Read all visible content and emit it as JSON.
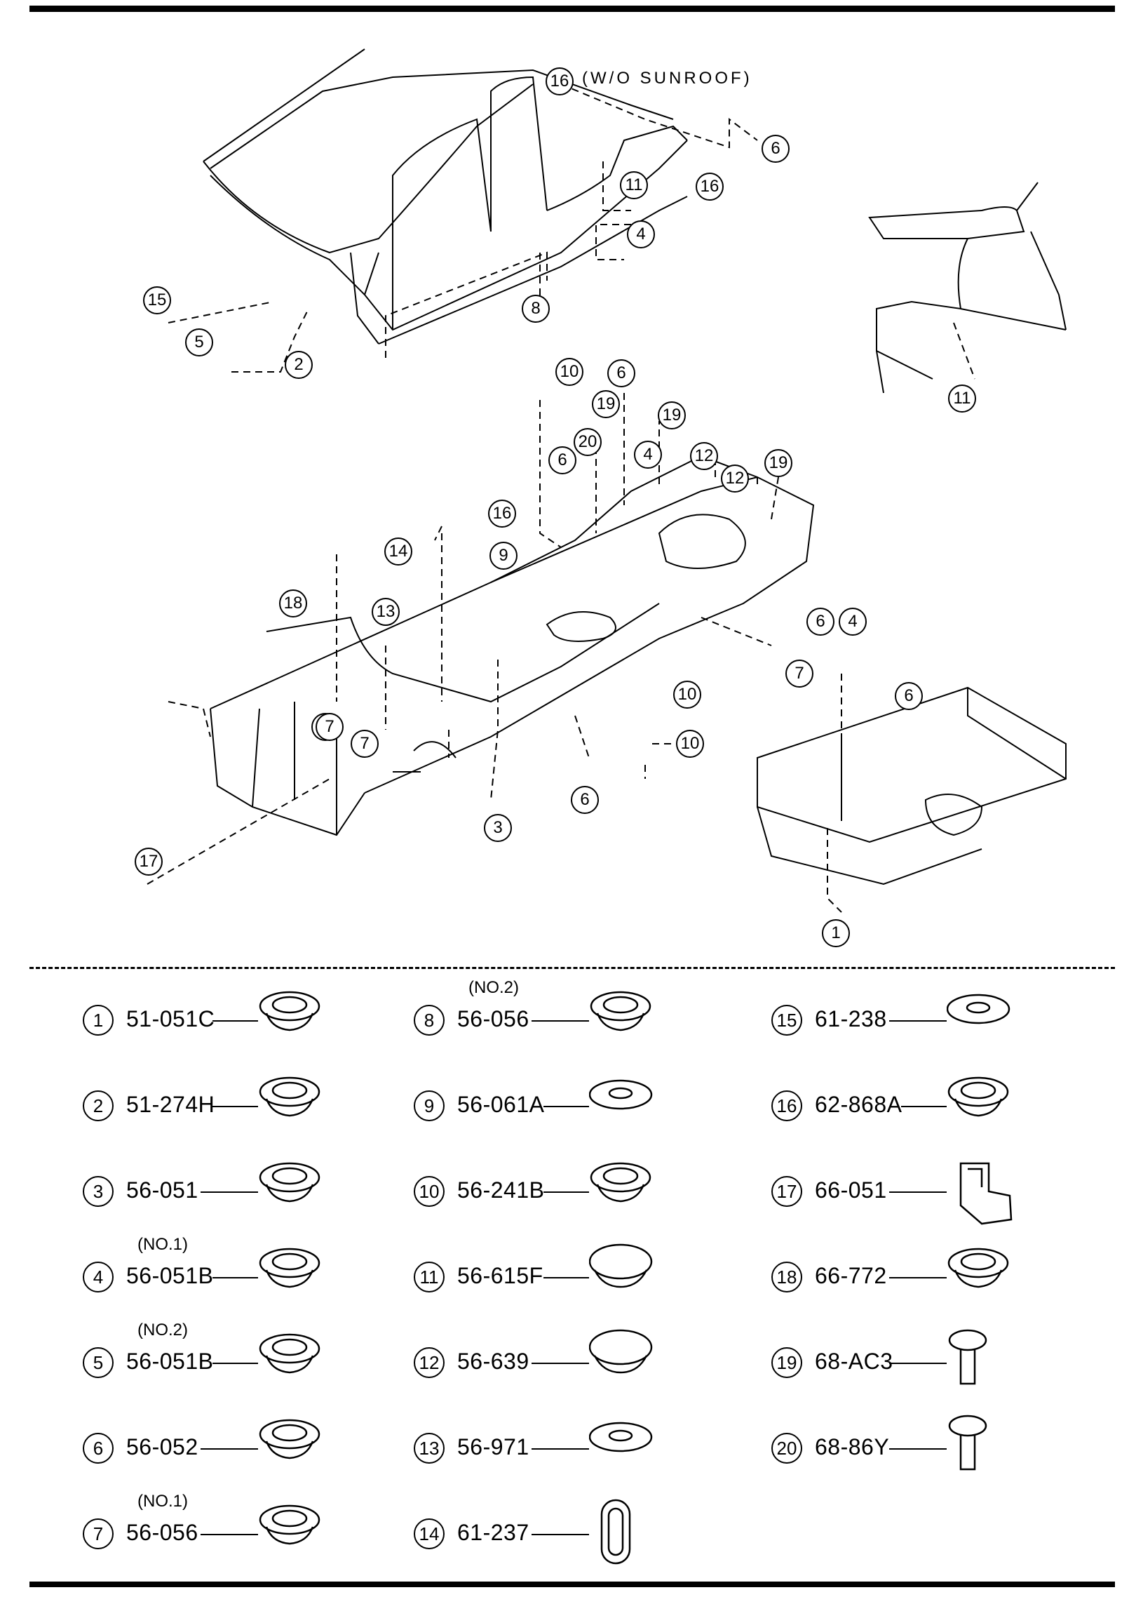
{
  "diagram": {
    "top_note": "(W/O SUNROOF)",
    "callouts": [
      "16",
      "6",
      "16",
      "11",
      "4",
      "8",
      "15",
      "5",
      "2",
      "11",
      "10",
      "6",
      "19",
      "19",
      "20",
      "4",
      "12",
      "6",
      "12",
      "19",
      "16",
      "14",
      "9",
      "18",
      "13",
      "6",
      "4",
      "7",
      "7",
      "7",
      "7",
      "10",
      "10",
      "6",
      "3",
      "17",
      "6",
      "1"
    ]
  },
  "parts": [
    {
      "num": "1",
      "pn": "51-051C",
      "note": ""
    },
    {
      "num": "2",
      "pn": "51-274H",
      "note": ""
    },
    {
      "num": "3",
      "pn": "56-051",
      "note": ""
    },
    {
      "num": "4",
      "pn": "56-051B",
      "note": "(NO.1)"
    },
    {
      "num": "5",
      "pn": "56-051B",
      "note": "(NO.2)"
    },
    {
      "num": "6",
      "pn": "56-052",
      "note": ""
    },
    {
      "num": "7",
      "pn": "56-056",
      "note": "(NO.1)"
    },
    {
      "num": "8",
      "pn": "56-056",
      "note": "(NO.2)"
    },
    {
      "num": "9",
      "pn": "56-061A",
      "note": ""
    },
    {
      "num": "10",
      "pn": "56-241B",
      "note": ""
    },
    {
      "num": "11",
      "pn": "56-615F",
      "note": ""
    },
    {
      "num": "12",
      "pn": "56-639",
      "note": ""
    },
    {
      "num": "13",
      "pn": "56-971",
      "note": ""
    },
    {
      "num": "14",
      "pn": "61-237",
      "note": ""
    },
    {
      "num": "15",
      "pn": "61-238",
      "note": ""
    },
    {
      "num": "16",
      "pn": "62-868A",
      "note": ""
    },
    {
      "num": "17",
      "pn": "66-051",
      "note": ""
    },
    {
      "num": "18",
      "pn": "66-772",
      "note": ""
    },
    {
      "num": "19",
      "pn": "68-AC3",
      "note": ""
    },
    {
      "num": "20",
      "pn": "68-86Y",
      "note": ""
    }
  ]
}
